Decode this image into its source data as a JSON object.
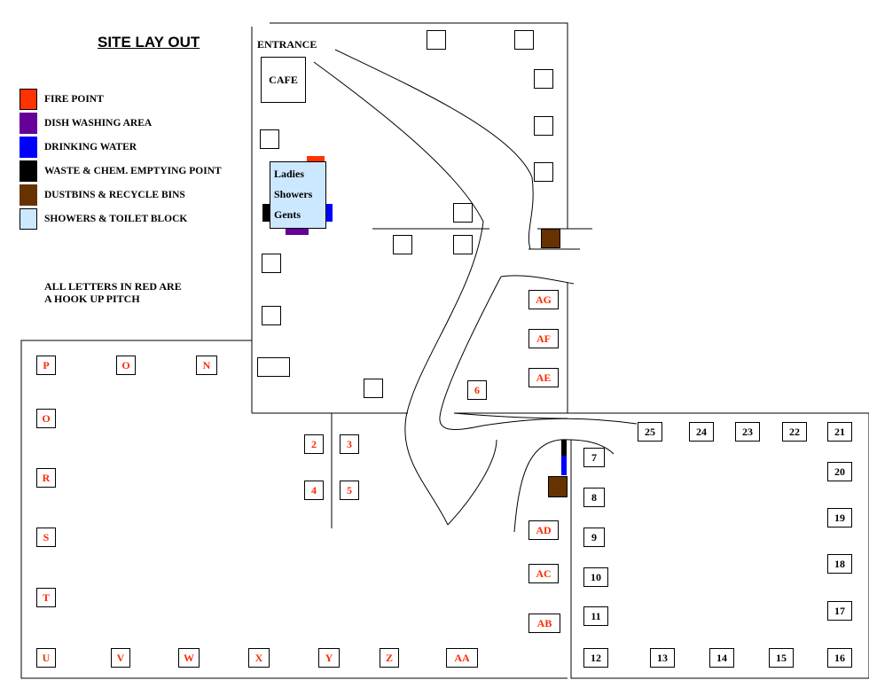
{
  "title": "SITE LAY OUT",
  "entrance": "ENTRANCE",
  "cafe": "CAFE",
  "legend": [
    {
      "label": "FIRE  POINT",
      "color": "#ff3300"
    },
    {
      "label": "DISH WASHING AREA",
      "color": "#660099"
    },
    {
      "label": "DRINKING WATER",
      "color": "#0000ff"
    },
    {
      "label": "WASTE & CHEM. EMPTYING POINT",
      "color": "#000000"
    },
    {
      "label": "DUSTBINS & RECYCLE BINS",
      "color": "#663300"
    },
    {
      "label": "SHOWERS & TOILET BLOCK",
      "color": "#cce8ff"
    }
  ],
  "note": [
    "ALL LETTERS IN RED ARE",
    "A HOOK UP PITCH"
  ],
  "toilet_block": {
    "line1": "Ladies",
    "line2": "Showers",
    "line3": "Gents"
  },
  "hookup_pitches": [
    "P",
    "O",
    "N",
    "O",
    "R",
    "S",
    "T",
    "U",
    "V",
    "W",
    "X",
    "Y",
    "Z",
    "AA",
    "AB",
    "AC",
    "AD",
    "AE",
    "AF",
    "AG",
    "2",
    "3",
    "4",
    "5",
    "6"
  ],
  "pitches": [
    "7",
    "8",
    "9",
    "10",
    "11",
    "12",
    "13",
    "14",
    "15",
    "16",
    "17",
    "18",
    "19",
    "20",
    "21",
    "22",
    "23",
    "24",
    "25"
  ]
}
